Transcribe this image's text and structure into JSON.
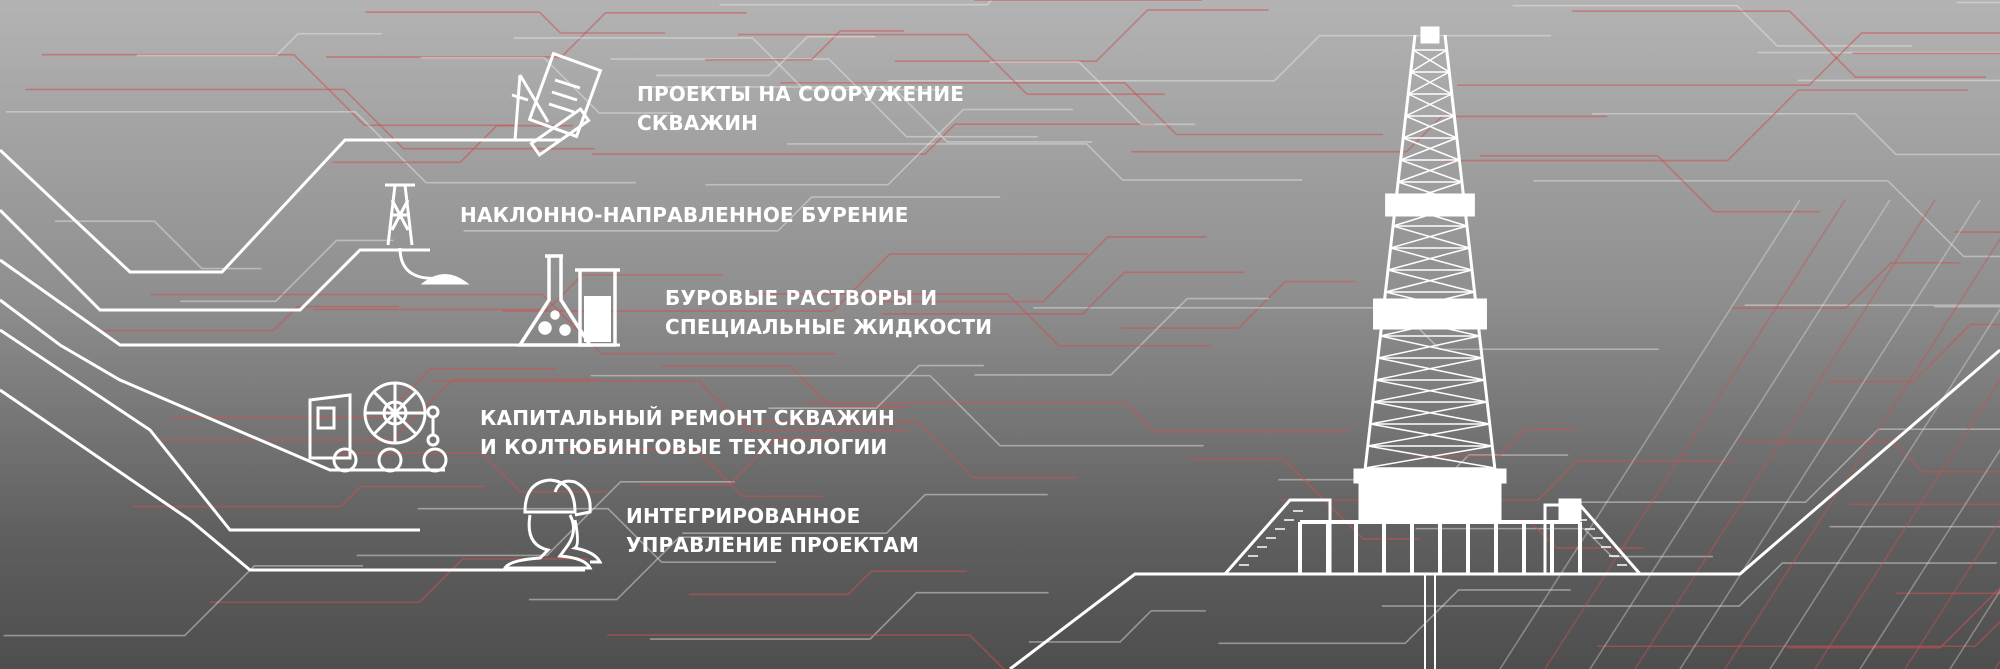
{
  "services": [
    {
      "lines": [
        "ПРОЕКТЫ НА СООРУЖЕНИЕ",
        "СКВАЖИН"
      ],
      "icon": "design-documents-icon"
    },
    {
      "lines": [
        "НАКЛОННО-НАПРАВЛЕННОЕ БУРЕНИЕ"
      ],
      "icon": "directional-drilling-rig-icon"
    },
    {
      "lines": [
        "БУРОВЫЕ РАСТВОРЫ И",
        "СПЕЦИАЛЬНЫЕ ЖИДКОСТИ"
      ],
      "icon": "laboratory-flask-icon"
    },
    {
      "lines": [
        "КАПИТАЛЬНЫЙ РЕМОНТ СКВАЖИН",
        "И КОЛТЮБИНГОВЫЕ ТЕХНОЛОГИИ"
      ],
      "icon": "coiled-tubing-truck-icon"
    },
    {
      "lines": [
        "ИНТЕГРИРОВАННОЕ",
        "УПРАВЛЕНИЕ ПРОЕКТАМ"
      ],
      "icon": "workers-helmet-icon"
    }
  ],
  "colors": {
    "accent_line": "#c0504d",
    "white": "#ffffff"
  }
}
